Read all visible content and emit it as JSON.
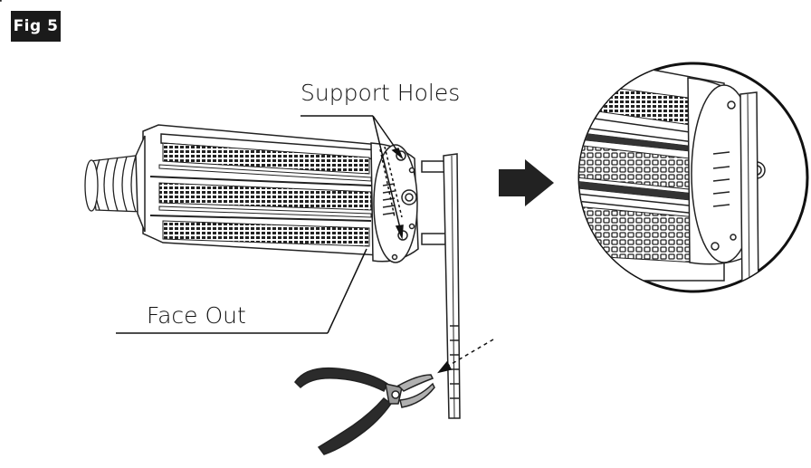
{
  "figure": {
    "badge": "Fig 5"
  },
  "labels": {
    "support_holes": "Support Holes",
    "face_out": "Face Out"
  },
  "colors": {
    "ink": "#111111",
    "badge_bg": "#1a1a1a",
    "arrow": "#222222",
    "plier_handle": "#2b2b2b"
  },
  "icons": {
    "arrow": "right-arrow-icon",
    "pliers": "pliers-icon",
    "bulb": "led-corn-bulb-illustration"
  }
}
